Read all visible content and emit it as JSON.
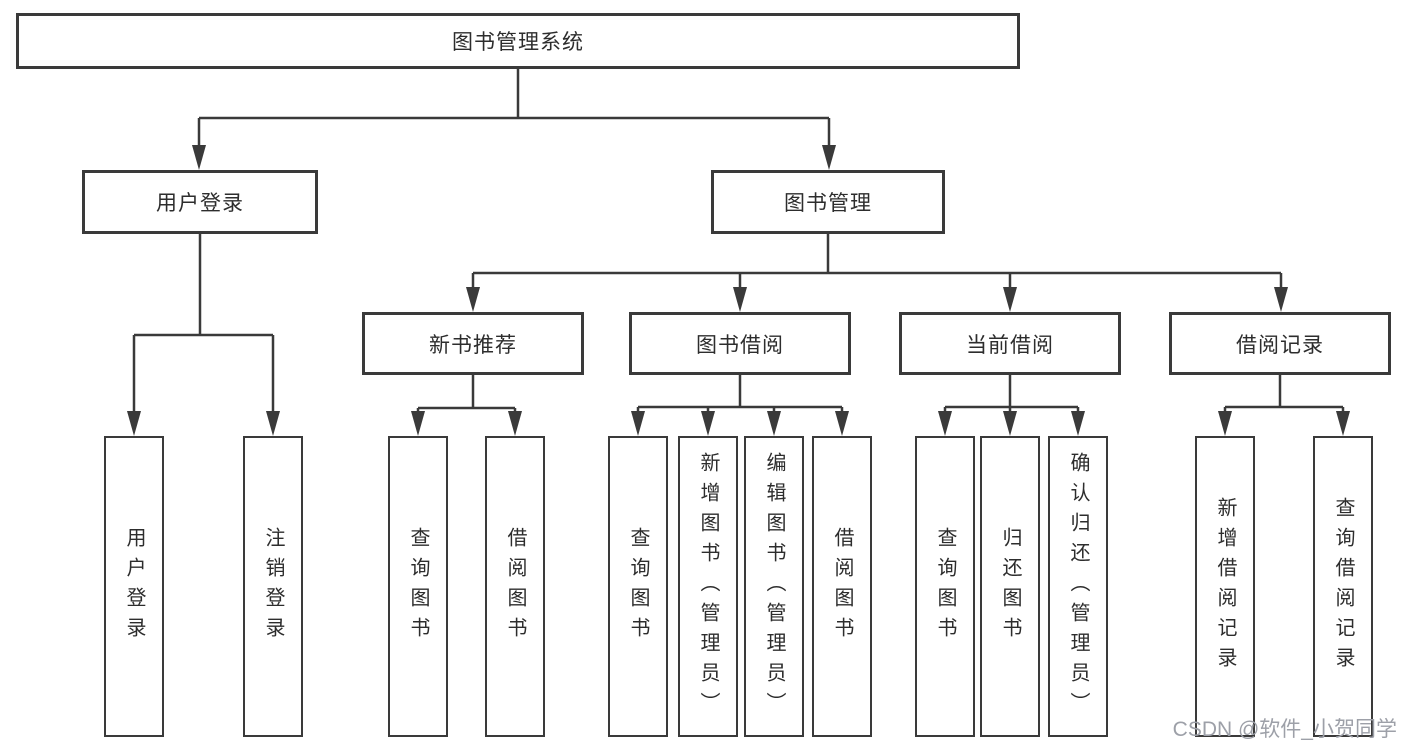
{
  "colors": {
    "connector": "#3a3a3a",
    "box_border": "#3a3a3a",
    "box_fill": "#ffffff",
    "text": "#2d2d2d",
    "background": "#ffffff",
    "watermark": "#9da0a8"
  },
  "watermark": {
    "text": "CSDN @软件_小贺同学"
  },
  "tree": {
    "root": {
      "label": "图书管理系统"
    },
    "branches": [
      {
        "label": "用户登录",
        "leaves": [
          {
            "label": "用户登录"
          },
          {
            "label": "注销登录"
          }
        ]
      },
      {
        "label": "图书管理",
        "groups": [
          {
            "label": "新书推荐",
            "leaves": [
              {
                "label": "查询图书"
              },
              {
                "label": "借阅图书"
              }
            ]
          },
          {
            "label": "图书借阅",
            "leaves": [
              {
                "label": "查询图书"
              },
              {
                "label": "新增图书（管理员）"
              },
              {
                "label": "编辑图书（管理员）"
              },
              {
                "label": "借阅图书"
              }
            ]
          },
          {
            "label": "当前借阅",
            "leaves": [
              {
                "label": "查询图书"
              },
              {
                "label": "归还图书"
              },
              {
                "label": "确认归还（管理员）"
              }
            ]
          },
          {
            "label": "借阅记录",
            "leaves": [
              {
                "label": "新增借阅记录"
              },
              {
                "label": "查询借阅记录"
              }
            ]
          }
        ]
      }
    ]
  }
}
